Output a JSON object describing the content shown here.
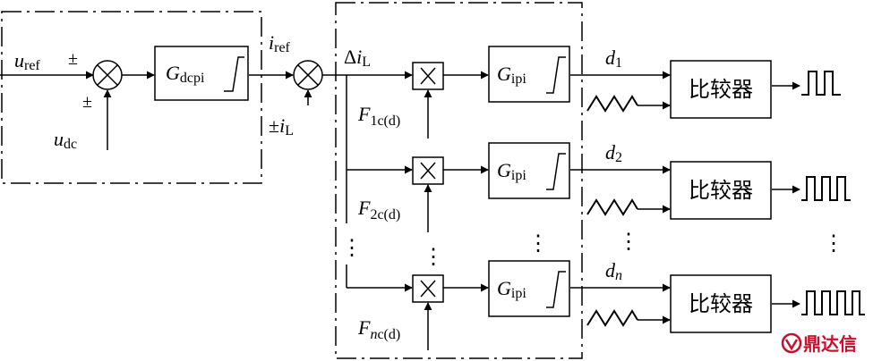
{
  "outer_loop": {
    "input_ref": {
      "var": "u",
      "sub": "ref"
    },
    "input_dc": {
      "var": "u",
      "sub": "dc"
    },
    "sign_top": "±",
    "sign_bottom": "±",
    "controller": {
      "var": "G",
      "sub": "dcpi"
    },
    "output": {
      "var": "i",
      "sub": "ref"
    }
  },
  "current_sum": {
    "feedback_prefix": "±",
    "feedback": {
      "var": "i",
      "sub": "L"
    },
    "error_prefix": "Δ",
    "error": {
      "var": "i",
      "sub": "L"
    }
  },
  "channels": [
    {
      "factor": {
        "var": "F",
        "sub": "1c(d)"
      },
      "controller": {
        "var": "G",
        "sub": "ipi"
      },
      "duty": {
        "var": "d",
        "sub": "1"
      },
      "comparator": "比较器"
    },
    {
      "factor": {
        "var": "F",
        "sub": "2c(d)"
      },
      "controller": {
        "var": "G",
        "sub": "ipi"
      },
      "duty": {
        "var": "d",
        "sub": "2"
      },
      "comparator": "比较器"
    },
    {
      "factor": {
        "var": "F",
        "sub_italic": "n",
        "sub": "c(d)"
      },
      "controller": {
        "var": "G",
        "sub": "ipi"
      },
      "duty": {
        "var": "d",
        "sub_italic": "n"
      },
      "comparator": "比较器"
    }
  ],
  "ellipsis": "⋮",
  "icons": {
    "multiplier": "times-icon",
    "summer": "circle-cross-icon",
    "carrier": "triangle-wave-icon",
    "pwm": "square-wave-icon",
    "saturation": "limiter-icon"
  },
  "watermark": "鼎达信",
  "colors": {
    "line": "#000000",
    "watermark": "#c8102e"
  }
}
